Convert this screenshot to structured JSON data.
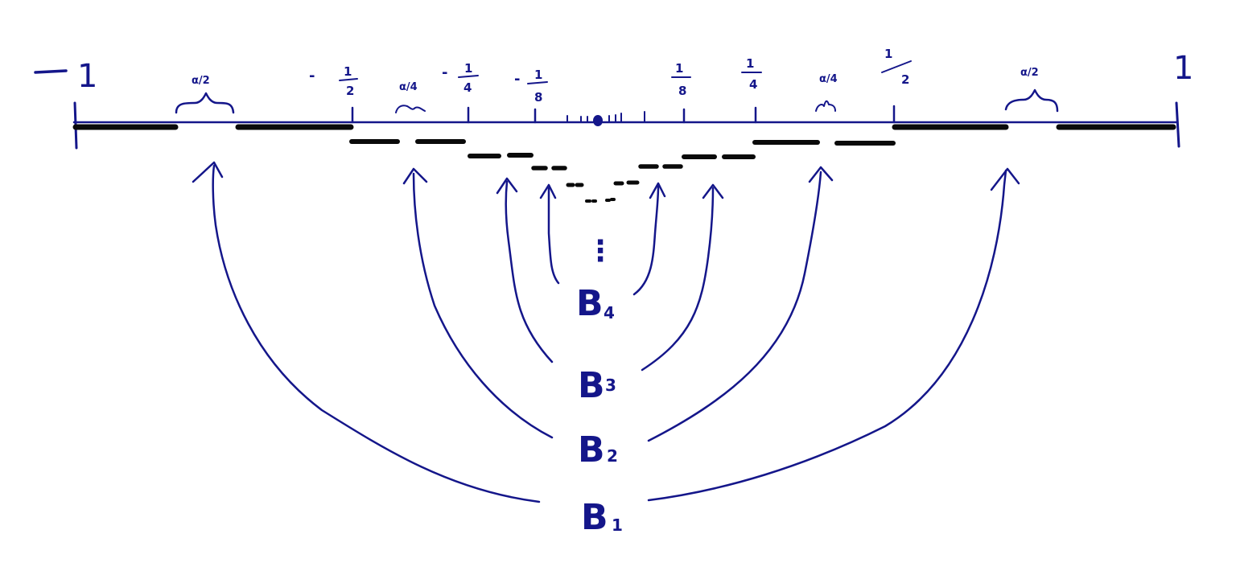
{
  "axis": {
    "left_end": "1",
    "left_minus": "—",
    "right_end": "1",
    "ink_color": "#14168a",
    "bar_color": "#0a0a0a"
  },
  "ticks": [
    {
      "sign": "-",
      "num": "1",
      "den": "2"
    },
    {
      "sign": "-",
      "num": "1",
      "den": "4"
    },
    {
      "sign": "-",
      "num": "1",
      "den": "8"
    },
    {
      "sign": "",
      "num": "1",
      "den": "8"
    },
    {
      "sign": "",
      "num": "1",
      "den": "4"
    },
    {
      "sign": "",
      "num": "1",
      "den": "2"
    }
  ],
  "gaps": [
    {
      "label": "α/2"
    },
    {
      "label": "α/4"
    },
    {
      "label": "α/4"
    },
    {
      "label": "α/2"
    }
  ],
  "sets": [
    {
      "letter": "B",
      "index": "1"
    },
    {
      "letter": "B",
      "index": "2"
    },
    {
      "letter": "B",
      "index": "3"
    },
    {
      "letter": "B",
      "index": "4"
    }
  ],
  "continuation": "⋮"
}
